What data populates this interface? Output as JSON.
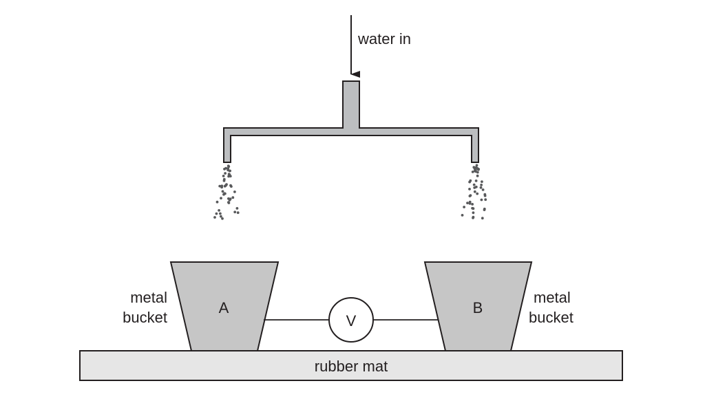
{
  "labels": {
    "water_in": "water in",
    "bucket_a": "A",
    "bucket_b": "B",
    "left_bucket_line1": "metal",
    "left_bucket_line2": "bucket",
    "right_bucket_line1": "metal",
    "right_bucket_line2": "bucket",
    "voltmeter": "V",
    "mat": "rubber mat"
  },
  "colors": {
    "outline": "#231f20",
    "pipe_fill": "#bcbec0",
    "bucket_fill": "#c6c6c6",
    "mat_fill": "#e6e6e6",
    "droplet": "#58595b"
  }
}
